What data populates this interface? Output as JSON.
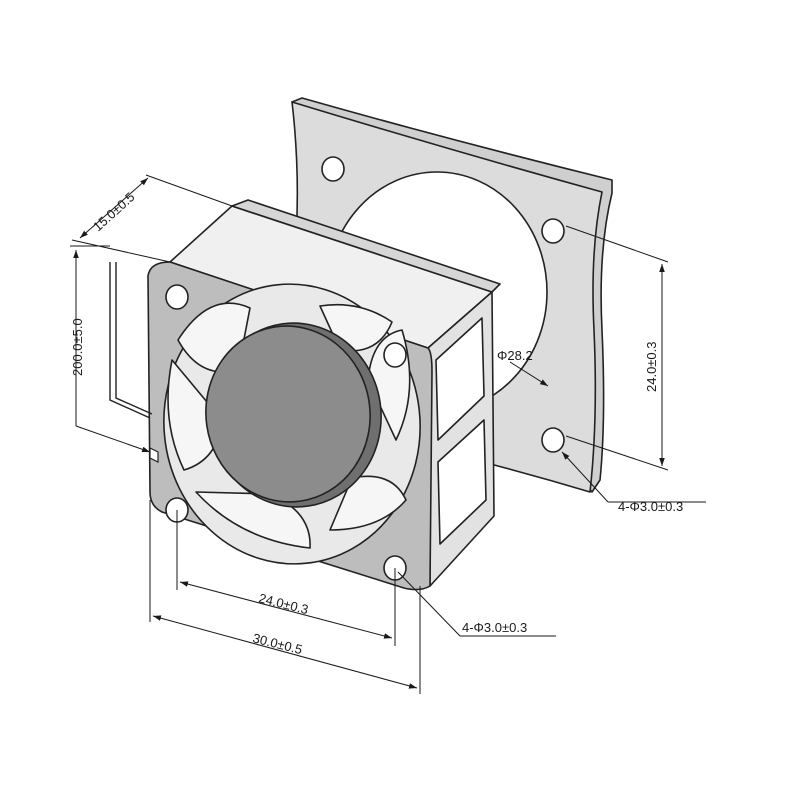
{
  "dimensions": {
    "thickness": "15.0±0.5",
    "cable_length": "200.0±5.0",
    "hole_pitch_front": "24.0±0.3",
    "frame_width": "30.0±0.5",
    "hole_spec_front": "4-Φ3.0±0.3",
    "bore_diameter": "Φ28.2",
    "hole_pitch_mount": "24.0±0.3",
    "hole_spec_mount": "4-Φ3.0±0.3"
  },
  "colors": {
    "frame": "#e6e6e6",
    "face": "#bdbdbd",
    "hub": "#8c8c8c",
    "blade": "#f4f4f4",
    "line": "#1a1a1a"
  }
}
